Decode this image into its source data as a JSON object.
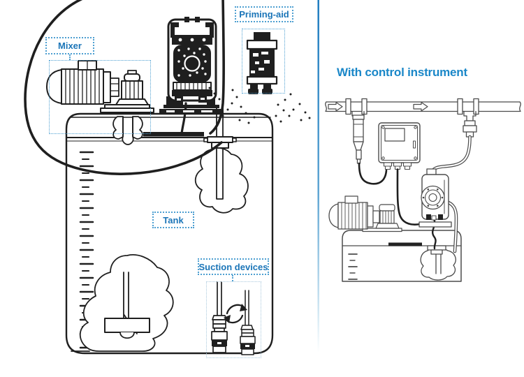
{
  "diagram": {
    "labels": {
      "mixer": "Mixer",
      "priming_aid": "Priming-aid",
      "tank": "Tank",
      "suction_devices": "Suction devices"
    },
    "right_title": "With control instrument",
    "colors": {
      "label_text": "#1b75b8",
      "title_text": "#1a87c8",
      "dotted_border": "#4d9fd1",
      "dotted_border_light": "#a8c8dc",
      "line_art_dark": "#1f1f1f",
      "line_art_gray": "#4b4b4b",
      "divider_top": "#1878be",
      "divider_bottom": "#cfe6f2",
      "background": "#ffffff"
    }
  }
}
